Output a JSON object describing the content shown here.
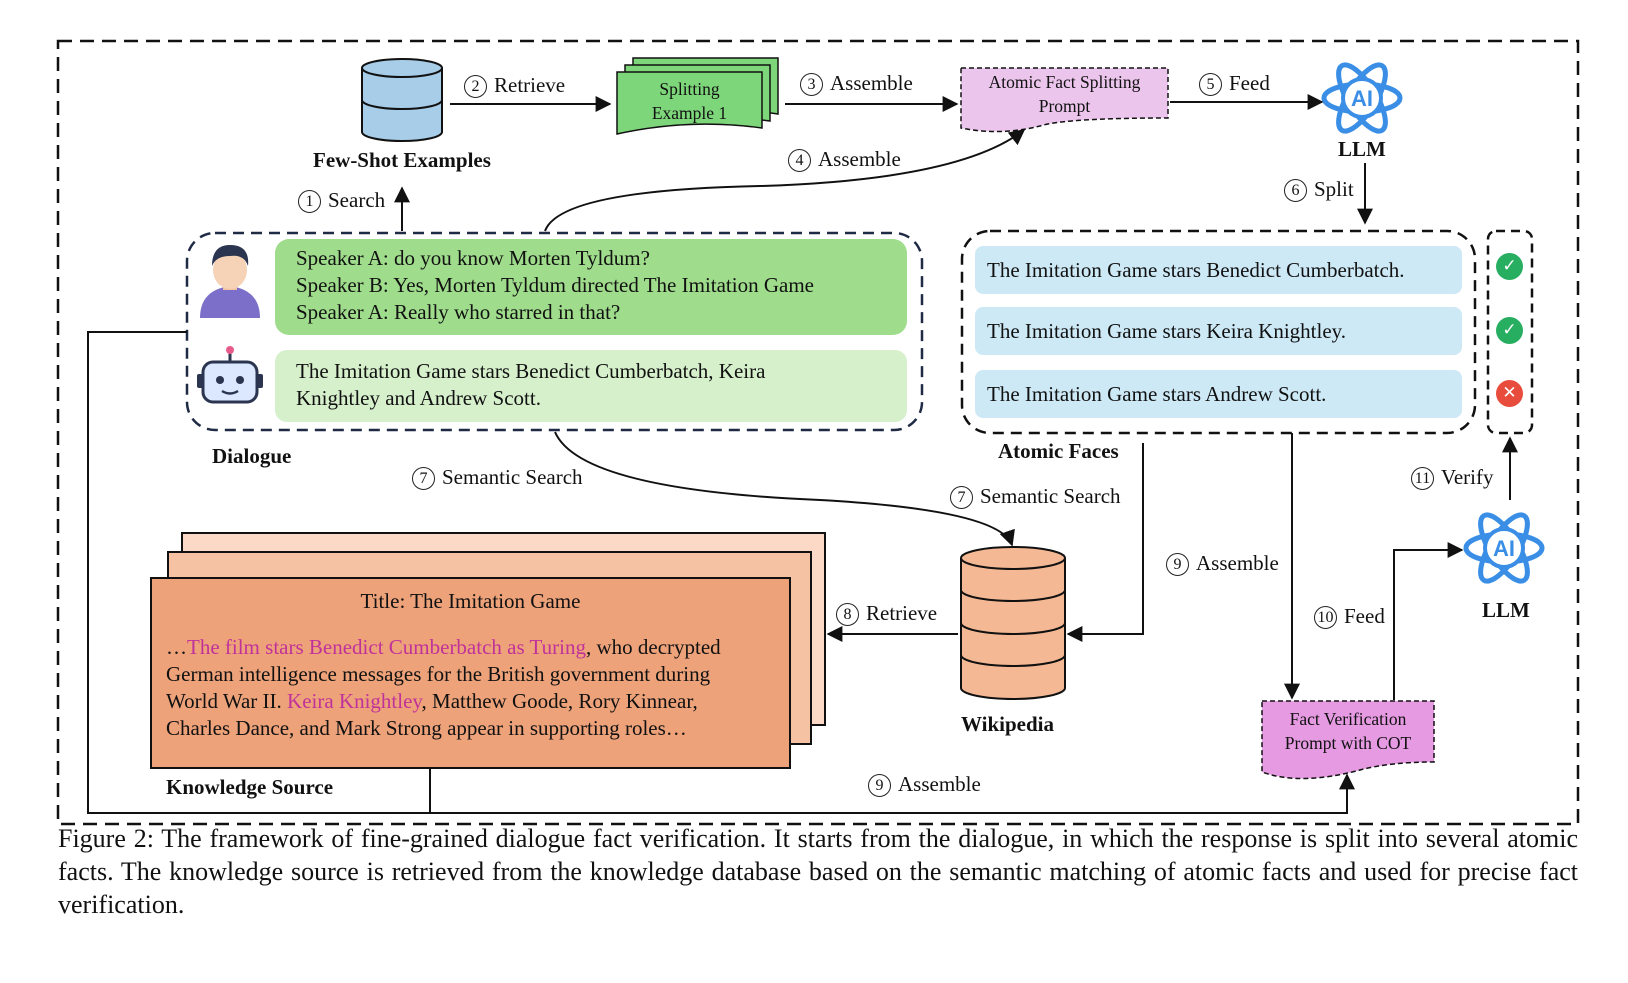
{
  "labels": {
    "few_shot_examples": "Few-Shot Examples",
    "llm_top": "LLM",
    "llm_bottom": "LLM",
    "dialogue": "Dialogue",
    "atomic_faces": "Atomic Faces",
    "wikipedia": "Wikipedia",
    "knowledge_source": "Knowledge Source"
  },
  "steps": {
    "search": {
      "num": "1",
      "text": "Search"
    },
    "retrieve_top": {
      "num": "2",
      "text": "Retrieve"
    },
    "assemble_3": {
      "num": "3",
      "text": "Assemble"
    },
    "assemble_4": {
      "num": "4",
      "text": "Assemble"
    },
    "feed_5": {
      "num": "5",
      "text": "Feed"
    },
    "split_6": {
      "num": "6",
      "text": "Split"
    },
    "semantic_search_left": {
      "num": "7",
      "text": "Semantic Search"
    },
    "semantic_search_right": {
      "num": "7",
      "text": "Semantic Search"
    },
    "retrieve_8": {
      "num": "8",
      "text": "Retrieve"
    },
    "assemble_9_mid": {
      "num": "9",
      "text": "Assemble"
    },
    "assemble_9_bottom": {
      "num": "9",
      "text": "Assemble"
    },
    "feed_10": {
      "num": "10",
      "text": "Feed"
    },
    "verify_11": {
      "num": "11",
      "text": "Verify"
    }
  },
  "splitting_example": {
    "line1": "Splitting",
    "line2": "Example 1"
  },
  "atomic_prompt": {
    "line1": "Atomic Fact Splitting",
    "line2": "Prompt"
  },
  "verification_prompt": {
    "line1": "Fact Verification",
    "line2": "Prompt with COT"
  },
  "llm_icon_text": "AI",
  "dialogue": {
    "user_lines": [
      "Speaker A: do you know Morten Tyldum?",
      "Speaker B: Yes, Morten Tyldum directed The Imitation Game",
      "Speaker A: Really who starred in that?"
    ],
    "response_lines": [
      "The Imitation Game stars Benedict Cumberbatch, Keira",
      "Knightley and Andrew Scott."
    ]
  },
  "atomic_facts": [
    {
      "text": "The Imitation Game stars Benedict Cumberbatch.",
      "verdict": "supported",
      "mark": "✓"
    },
    {
      "text": "The Imitation Game stars Keira Knightley.",
      "verdict": "supported",
      "mark": "✓"
    },
    {
      "text": "The Imitation Game stars Andrew Scott.",
      "verdict": "refuted",
      "mark": "✕"
    }
  ],
  "knowledge": {
    "title": "Title: The Imitation Game",
    "l1_prefix": "…",
    "l1_highlight": "The film stars Benedict Cumberbatch as Turing",
    "l1_rest": ", who decrypted",
    "l2": "German intelligence messages for the British government during",
    "l3_prefix": "World War II. ",
    "l3_highlight": "Keira Knightley",
    "l3_rest": ", Matthew Goode, Rory Kinnear,",
    "l4": "Charles Dance, and Mark Strong appear in supporting roles…"
  },
  "caption": "Figure 2: The framework of fine-grained dialogue fact verification. It starts from the dialogue, in which the response is split into several atomic facts. The knowledge source is retrieved from the knowledge database based on the semantic matching of atomic facts and used for precise fact verification.",
  "colors": {
    "db_blue": "#a8cde8",
    "splitting_green": "#7ed67a",
    "prompt_pink": "#ecc5ec",
    "verify_pink": "#e59ae2",
    "dialogue_user": "#9fdc8c",
    "dialogue_bot": "#d6f0cc",
    "fact_blue": "#cde9f6",
    "knowledge_orange": "#eda27a",
    "wiki_orange": "#f5b894",
    "check_green": "#27ae60",
    "cross_red": "#e74c3c",
    "highlight_pink": "#c0329a",
    "llm_blue": "#3a8ee6"
  }
}
